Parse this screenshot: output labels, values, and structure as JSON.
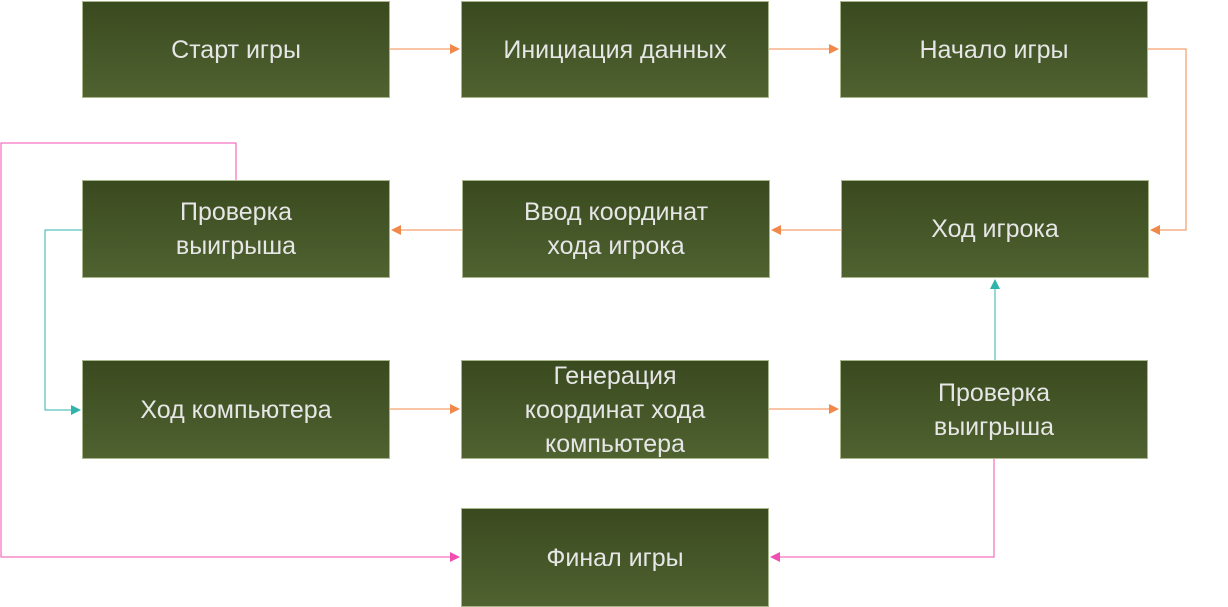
{
  "nodes": {
    "start": "Старт игры",
    "init": "Инициация данных",
    "begin": "Начало игры",
    "check_win_left": "Проверка\nвыигрыша",
    "player_input": "Ввод координат\nхода игрока",
    "player_turn": "Ход игрока",
    "computer_turn": "Ход компьютера",
    "computer_gen": "Генерация\nкоординат хода\nкомпьютера",
    "check_win_right": "Проверка\nвыигрыша",
    "final": "Финал игры"
  },
  "colors": {
    "box_top": "#3a4a1f",
    "box_bottom": "#4f6230",
    "box_border": "#a9b58a",
    "text": "#e6e6e6",
    "flow_orange": "#f0884a",
    "loop_teal": "#2fb3aa",
    "end_pink": "#f04fb0"
  }
}
